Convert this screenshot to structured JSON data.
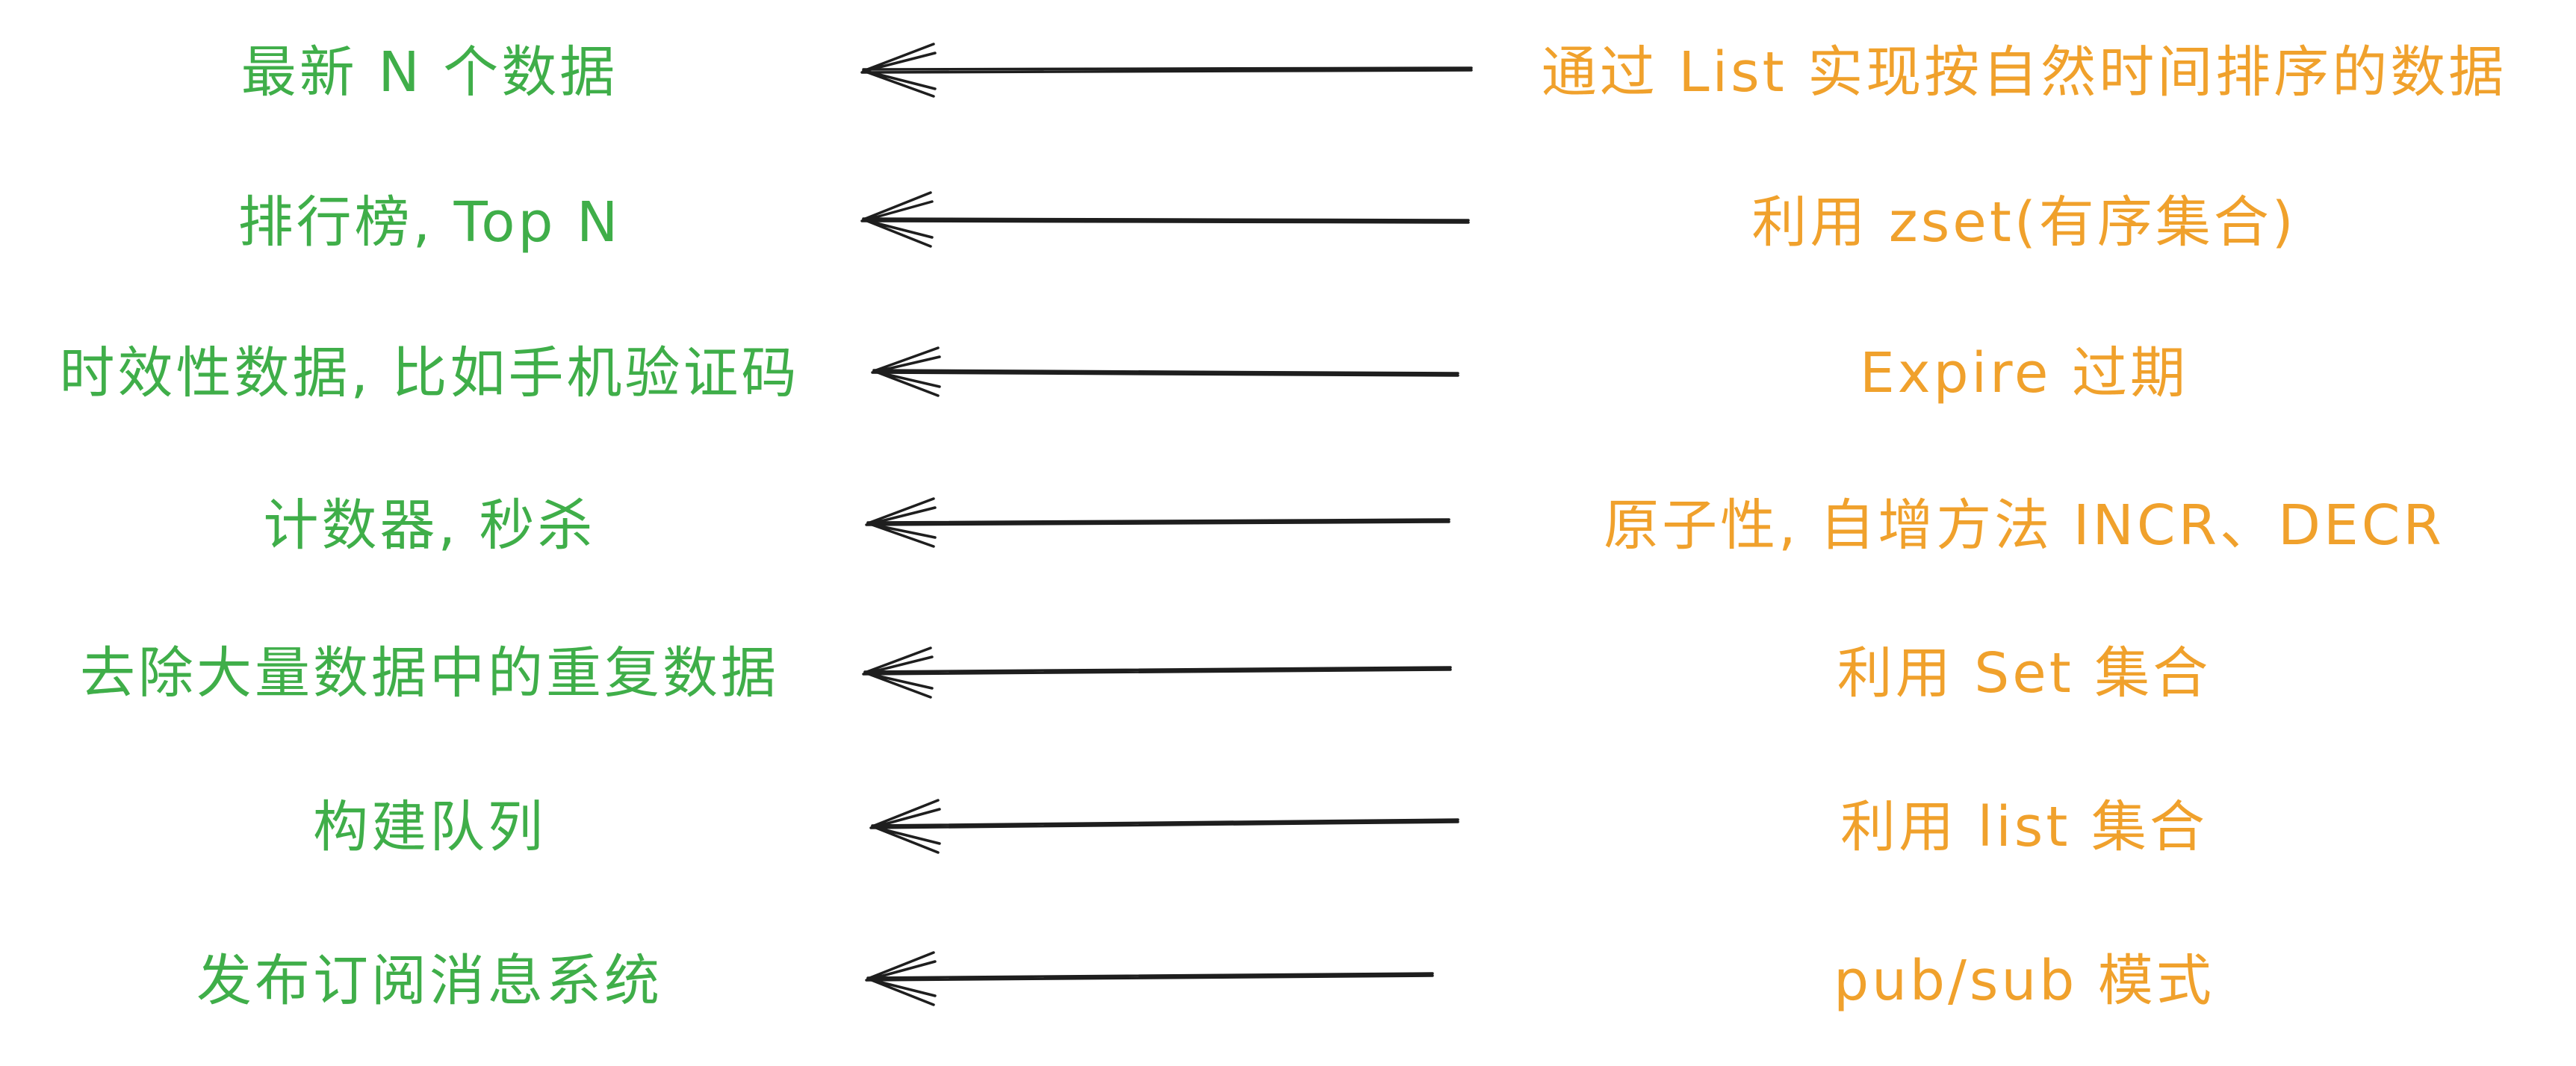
{
  "mappings": [
    {
      "use_case": "最新 N 个数据",
      "implementation": "通过 List 实现按自然时间排序的数据"
    },
    {
      "use_case": "排行榜, Top N",
      "implementation": "利用 zset(有序集合)"
    },
    {
      "use_case": "时效性数据, 比如手机验证码",
      "implementation": "Expire 过期"
    },
    {
      "use_case": "计数器, 秒杀",
      "implementation": "原子性, 自增方法 INCR、DECR"
    },
    {
      "use_case": "去除大量数据中的重复数据",
      "implementation": "利用 Set 集合"
    },
    {
      "use_case": "构建队列",
      "implementation": "利用 list 集合"
    },
    {
      "use_case": "发布订阅消息系统",
      "implementation": "pub/sub 模式"
    }
  ],
  "colors": {
    "use_case_text": "#3fae49",
    "implementation_text": "#f0a12c",
    "arrow_stroke": "#1e1e1e",
    "background": "#ffffff"
  },
  "arrow_direction": "right-to-left"
}
